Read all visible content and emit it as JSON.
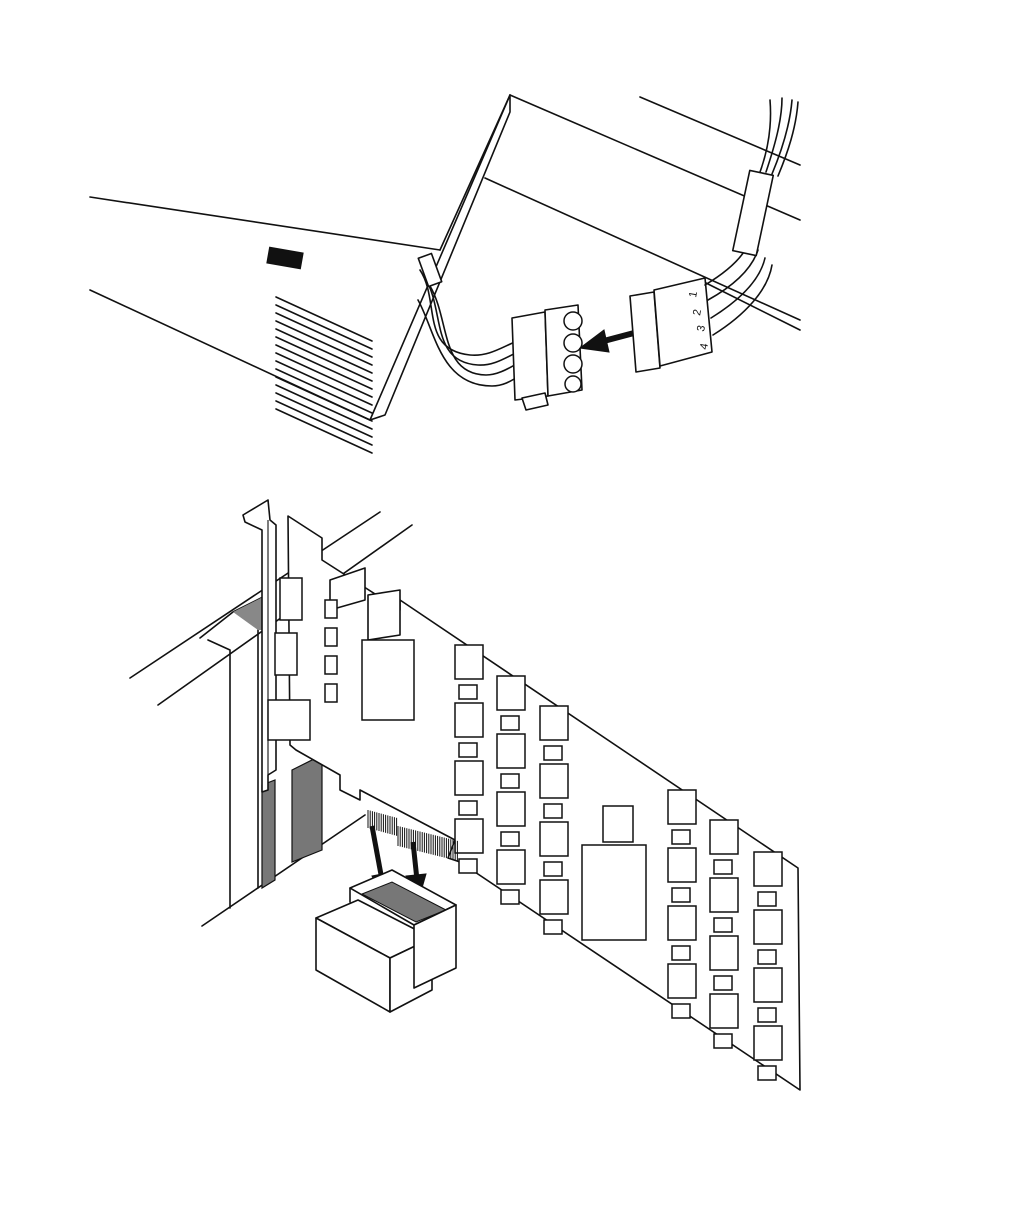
{
  "figure": {
    "top_panel": {
      "connector_pin_numbers": [
        "1",
        "2",
        "3",
        "4"
      ]
    },
    "bottom_panel": {}
  },
  "colors": {
    "line": "#111111",
    "background": "#ffffff",
    "slot_shade": "#777777"
  }
}
